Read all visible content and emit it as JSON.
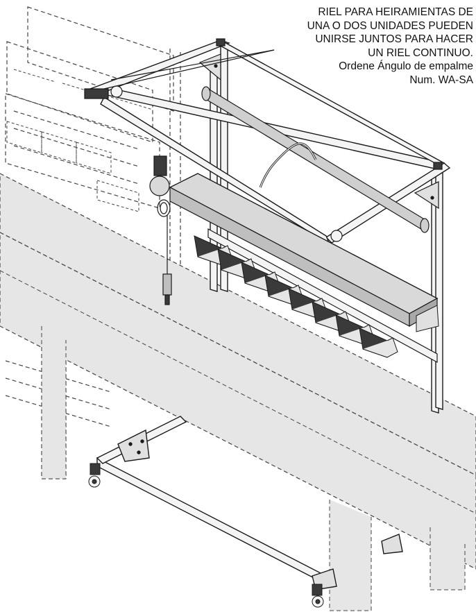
{
  "callout": {
    "lines": [
      "RIEL PARA HEIRAMIENTAS DE",
      "UNA O DOS UNIDADES PUEDEN",
      "UNIRSE JUNTOS PARA HACER",
      "UN RIEL CONTINUO.",
      "Ordene Ángulo de empalme",
      "Num. WA-SA"
    ]
  },
  "colors": {
    "line": "#1a1a1a",
    "dashed": "#444444",
    "bench_fill": "#e6e6e6",
    "shelf_fill": "#d9d9d9",
    "bin_fill": "#3a3a3a",
    "frame_fill": "#f4f4f4"
  }
}
